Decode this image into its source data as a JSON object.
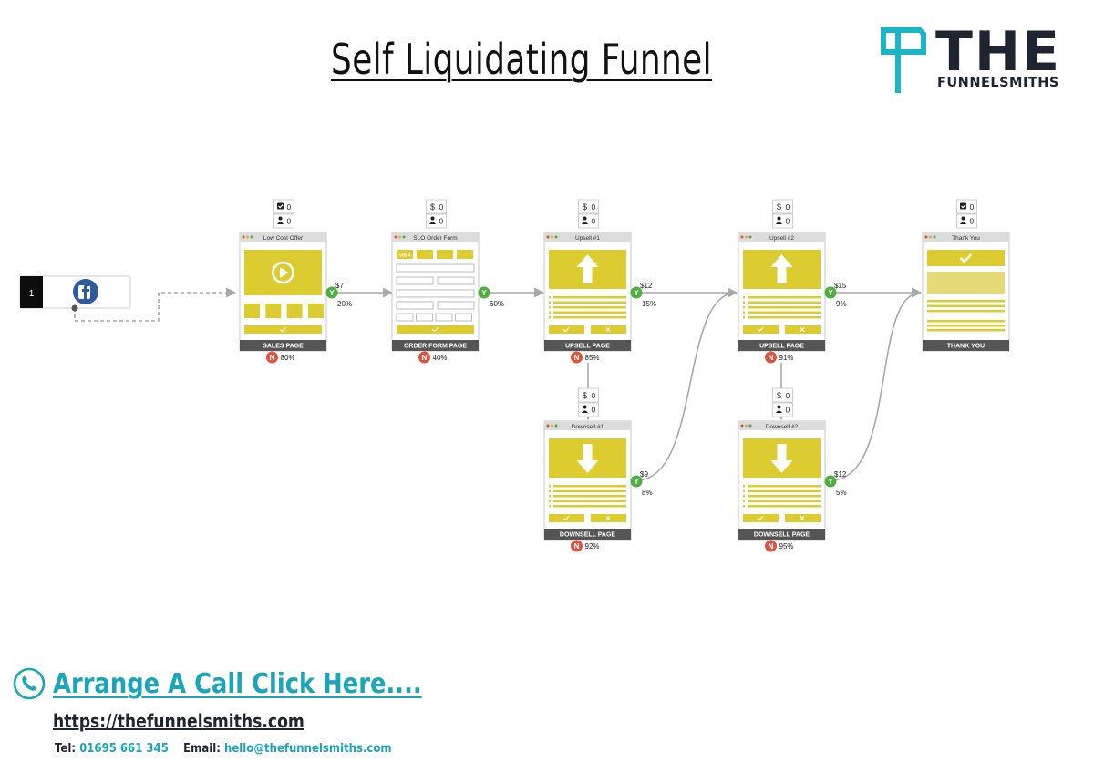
{
  "header": {
    "title": "Self Liquidating Funnel"
  },
  "logo": {
    "word": "THE",
    "sub": "FUNNELSMITHS"
  },
  "source": {
    "badge": "1"
  },
  "colors": {
    "yes": "#4caf3f",
    "no": "#e0533d",
    "page": "#dccc30",
    "teal": "#1ab6c8"
  },
  "steps": [
    {
      "name": "sales",
      "header": "Low Cost Offer",
      "footer": "SALES PAGE",
      "top_icon": "check",
      "top_val": "0",
      "people_val": "0",
      "yes_amount": "$7",
      "yes_pct": "20%",
      "no_pct": "80%"
    },
    {
      "name": "order",
      "header": "SLO Order Form",
      "footer": "ORDER FORM PAGE",
      "top_icon": "dollar",
      "top_val": "0",
      "people_val": "0",
      "yes_amount": "",
      "yes_pct": "60%",
      "no_pct": "40%",
      "cards": [
        "VISA",
        "",
        "",
        ""
      ]
    },
    {
      "name": "upsell1",
      "header": "Upsell #1",
      "footer": "UPSELL PAGE",
      "top_icon": "dollar",
      "top_val": "0",
      "people_val": "0",
      "yes_amount": "$12",
      "yes_pct": "15%",
      "no_pct": "85%"
    },
    {
      "name": "upsell2",
      "header": "Upsell #2",
      "footer": "UPSELL PAGE",
      "top_icon": "dollar",
      "top_val": "0",
      "people_val": "0",
      "yes_amount": "$15",
      "yes_pct": "9%",
      "no_pct": "91%"
    },
    {
      "name": "thankyou",
      "header": "Thank You",
      "footer": "THANK YOU",
      "top_icon": "check",
      "top_val": "0",
      "people_val": "0"
    },
    {
      "name": "downsell1",
      "header": "Downsell #1",
      "footer": "DOWNSELL PAGE",
      "top_icon": "dollar",
      "top_val": "0",
      "people_val": "0",
      "yes_amount": "$9",
      "yes_pct": "8%",
      "no_pct": "92%"
    },
    {
      "name": "downsell2",
      "header": "Downsell #2",
      "footer": "DOWNSELL PAGE",
      "top_icon": "dollar",
      "top_val": "0",
      "people_val": "0",
      "yes_amount": "$12",
      "yes_pct": "5%",
      "no_pct": "95%"
    }
  ],
  "badges": {
    "yes": "Y",
    "no": "N"
  },
  "footer": {
    "cta": "Arrange A Call Click Here....",
    "site": "https://thefunnelsmiths.com",
    "tel_label": "Tel:",
    "tel": "01695 661 345",
    "email_label": "Email:",
    "email": "hello@thefunnelsmiths.com"
  }
}
